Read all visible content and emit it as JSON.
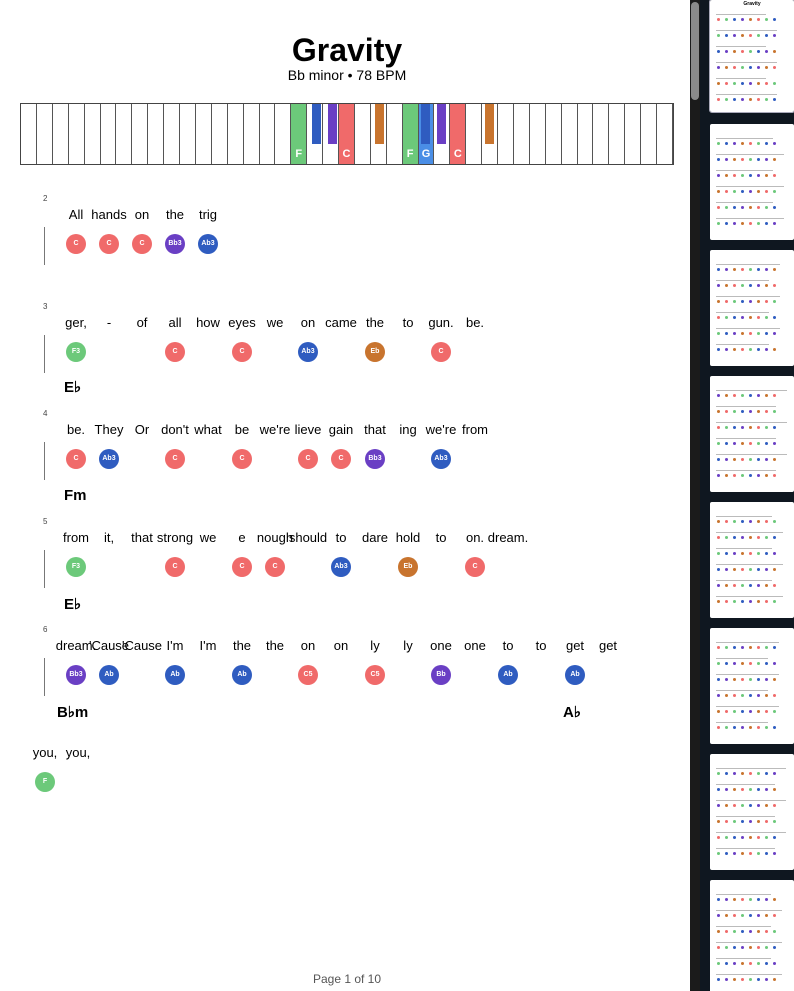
{
  "song": {
    "title": "Gravity",
    "subtitle": "Bb minor • 78 BPM"
  },
  "colors": {
    "C": "#f06a6a",
    "F": "#6cc97a",
    "Bb": "#6a3fc4",
    "Ab": "#2f5cc0",
    "Eb": "#c8742e",
    "G": "#4a8ee6"
  },
  "piano": {
    "highlighted_keys": [
      {
        "note": "F",
        "label": "F",
        "color": "#6cc97a"
      },
      {
        "note": "C",
        "label": "C",
        "color": "#f06a6a"
      },
      {
        "note": "F",
        "label": "F",
        "color": "#6cc97a"
      },
      {
        "note": "G",
        "label": "G",
        "color": "#4a8ee6"
      },
      {
        "note": "C",
        "label": "C",
        "color": "#f06a6a"
      }
    ]
  },
  "sections": [
    {
      "number": "2",
      "lyrics": [
        "All",
        "hands",
        "on",
        "the",
        "trig"
      ],
      "notes": [
        "C",
        "C",
        "C",
        "Bb3",
        "Ab3"
      ],
      "chords": []
    },
    {
      "number": "3",
      "lyrics": [
        "ger,",
        "-",
        "of",
        "all",
        "how",
        "eyes",
        "we",
        "on",
        "came",
        "the",
        "to",
        "gun.",
        "be."
      ],
      "notes": [
        "F3",
        "C",
        "C",
        "Ab3",
        "Eb",
        "C"
      ],
      "chords": [
        "E♭"
      ]
    },
    {
      "number": "4",
      "lyrics": [
        "be.",
        "They",
        "Or",
        "don't",
        "what",
        "be",
        "we're",
        "lieve",
        "gain",
        "that",
        "ing",
        "we're",
        "from"
      ],
      "notes": [
        "C",
        "Ab3",
        "C",
        "C",
        "C",
        "C",
        "Bb3",
        "Ab3"
      ],
      "chords": [
        "Fm"
      ]
    },
    {
      "number": "5",
      "lyrics": [
        "from",
        "it,",
        "that",
        "strong",
        "we",
        "e",
        "nough",
        "should",
        "to",
        "dare",
        "hold",
        "to",
        "on.",
        "dream."
      ],
      "notes": [
        "F3",
        "C",
        "C",
        "C",
        "Ab3",
        "Eb",
        "C"
      ],
      "chords": [
        "E♭"
      ]
    },
    {
      "number": "6",
      "lyrics": [
        "dream.",
        "'Cause",
        "'Cause",
        "I'm",
        "I'm",
        "the",
        "the",
        "on",
        "on",
        "ly",
        "ly",
        "one",
        "one",
        "to",
        "to",
        "get",
        "get"
      ],
      "notes": [
        "Bb3",
        "Ab",
        "Ab",
        "Ab",
        "C5",
        "C5",
        "Bb",
        "Ab",
        "Ab"
      ],
      "chords": [
        "B♭m",
        "A♭"
      ]
    },
    {
      "number": "",
      "lyrics": [
        "you,",
        "you,"
      ],
      "notes": [
        "F"
      ],
      "chords": []
    }
  ],
  "footer": {
    "page_label": "Page 1 of 10"
  }
}
